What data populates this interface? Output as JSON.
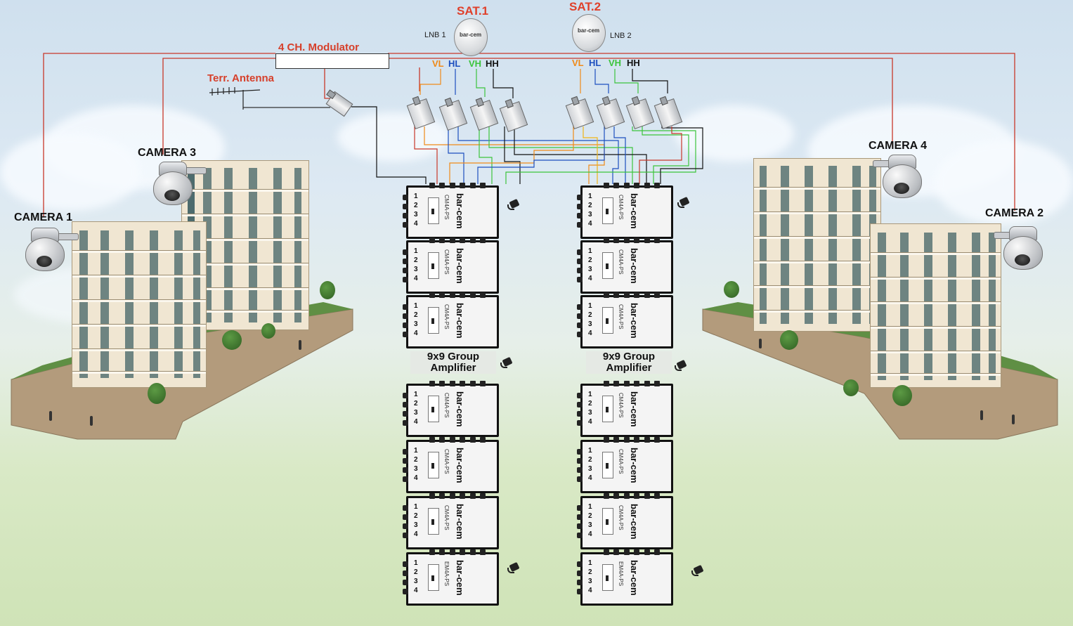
{
  "satellites": {
    "sat1": {
      "label": "SAT.1",
      "lnb": "LNB 1",
      "brand": "bar-cem"
    },
    "sat2": {
      "label": "SAT.2",
      "lnb": "LNB 2",
      "brand": "bar-cem"
    }
  },
  "polarities": {
    "vl": "VL",
    "hl": "HL",
    "vh": "VH",
    "hh": "HH"
  },
  "modulator": {
    "label": "4 CH. Modulator"
  },
  "terrestrial": {
    "label": "Terr. Antenna"
  },
  "cameras": {
    "camera1": "CAMERA 1",
    "camera2": "CAMERA 2",
    "camera3": "CAMERA 3",
    "camera4": "CAMERA 4"
  },
  "group_amplifier": {
    "line1": "9x9 Group",
    "line2": "Amplifier"
  },
  "multiswitch": {
    "brand": "bar-cem",
    "model_main": "CM4A-PS",
    "model_last": "EM4A-PS",
    "outputs": [
      "1",
      "2",
      "3",
      "4"
    ]
  },
  "colors": {
    "vl": "#f08a18",
    "hl": "#1d4fbf",
    "vh": "#3cc43c",
    "hh": "#111111",
    "camera_line": "#c8382a",
    "label_red": "#e0402a"
  },
  "icons": {
    "camera": "ptz-dome-camera-icon",
    "dish": "satellite-dish-icon",
    "splitter": "splitter-icon",
    "power": "power-supply-icon",
    "building": "apartment-building-icon",
    "antenna": "terrestrial-antenna-icon"
  }
}
